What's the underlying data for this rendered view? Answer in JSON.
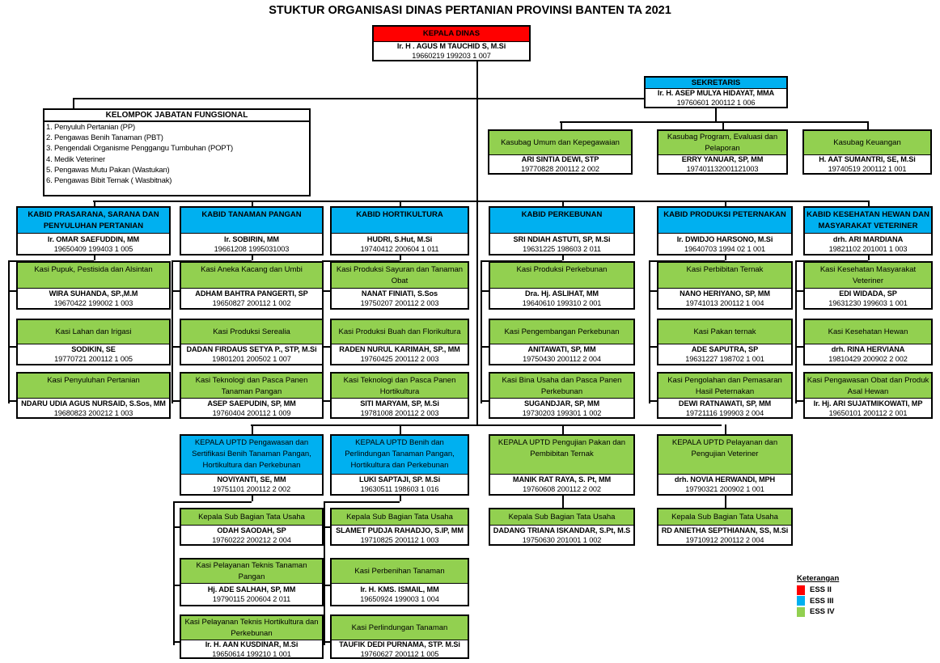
{
  "title": "STUKTUR ORGANISASI DINAS PERTANIAN PROVINSI BANTEN TA 2021",
  "colors": {
    "ess2": "#ff0000",
    "ess3": "#00b0f0",
    "ess4": "#92d050"
  },
  "kepala_dinas": {
    "title": "KEPALA DINAS",
    "name": "Ir. H . AGUS M TAUCHID S, M.Si",
    "nip": "19660219 199203 1 007"
  },
  "sekretaris": {
    "title": "SEKRETARIS",
    "name": "Ir. H. ASEP MULYA HIDAYAT, MMA",
    "nip": "19760601 200112 1 006"
  },
  "fungsional": {
    "title": "KELOMPOK JABATAN FUNGSIONAL",
    "items": [
      "1. Penyuluh Pertanian (PP)",
      "2. Pengawas Benih Tanaman (PBT)",
      "3. Pengendali Organisme Penggangu Tumbuhan (POPT)",
      "4. Medik Veteriner",
      "5. Pengawas Mutu Pakan (Wastukan)",
      "6. Pengawas Bibit Ternak ( Wasbitnak)"
    ]
  },
  "kasubag": [
    {
      "title": "Kasubag Umum dan Kepegawaian",
      "name": "ARI SINTIA DEWI, STP",
      "nip": "19770828 200112 2 002"
    },
    {
      "title": "Kasubag Program, Evaluasi dan Pelaporan",
      "name": "ERRY YANUAR, SP, MM",
      "nip": "197401132001121003"
    },
    {
      "title": "Kasubag Keuangan",
      "name": "H. AAT SUMANTRI, SE, M.Si",
      "nip": "19740519 200112 1 001"
    }
  ],
  "bidang": [
    {
      "title": "KABID PRASARANA, SARANA DAN PENYULUHAN PERTANIAN",
      "name": "Ir. OMAR SAEFUDDIN, MM",
      "nip": "19650409 199403 1 005",
      "kasi": [
        {
          "title": "Kasi Pupuk, Pestisida dan Alsintan",
          "name": "WIRA SUHANDA, SP.,M.M",
          "nip": "19670422 199002 1 003"
        },
        {
          "title": "Kasi Lahan dan Irigasi",
          "name": "SODIKIN, SE",
          "nip": "19770721 200112 1 005"
        },
        {
          "title": "Kasi Penyuluhan Pertanian",
          "name": "NDARU UDIA AGUS NURSAID, S.Sos, MM",
          "nip": "19680823 200212 1 003"
        }
      ]
    },
    {
      "title": "KABID TANAMAN PANGAN",
      "name": "Ir. SOBIRIN, MM",
      "nip": "19661208 1995031003",
      "kasi": [
        {
          "title": "Kasi Aneka Kacang dan Umbi",
          "name": "ADHAM BAHTRA PANGERTI, SP",
          "nip": "19650827 200112 1 002"
        },
        {
          "title": "Kasi Produksi Serealia",
          "name": "DADAN FIRDAUS SETYA P., STP, M.Si",
          "nip": "19801201 200502 1 007"
        },
        {
          "title": "Kasi Teknologi dan Pasca Panen Tanaman Pangan",
          "name": "ASEP SAEPUDIN, SP, MM",
          "nip": "19760404 200112 1 009"
        }
      ]
    },
    {
      "title": "KABID HORTIKULTURA",
      "name": "HUDRI, S.Hut, M.Si",
      "nip": "19740412 200604 1 011",
      "kasi": [
        {
          "title": "Kasi Produksi Sayuran dan Tanaman Obat",
          "name": "NANAT FINIATI, S.Sos",
          "nip": "19750207 200112 2 003"
        },
        {
          "title": "Kasi Produksi Buah dan Florikultura",
          "name": "RADEN NURUL KARIMAH, SP., MM",
          "nip": "19760425 200112 2 003"
        },
        {
          "title": "Kasi Teknologi dan Pasca Panen Hortikultura",
          "name": "SITI MARYAM, SP, M.Si",
          "nip": "19781008 200112 2 003"
        }
      ]
    },
    {
      "title": "KABID PERKEBUNAN",
      "name": "SRI NDIAH ASTUTI, SP, M.Si",
      "nip": "19631225 198603 2 011",
      "kasi": [
        {
          "title": "Kasi Produksi Perkebunan",
          "name": "Dra. Hj. ASLIHAT, MM",
          "nip": "19640610 199310 2 001"
        },
        {
          "title": "Kasi Pengembangan Perkebunan",
          "name": "ANITAWATI, SP, MM",
          "nip": "19750430 200112 2 004"
        },
        {
          "title": "Kasi Bina Usaha dan Pasca Panen Perkebunan",
          "name": "SUGANDJAR, SP, MM",
          "nip": "19730203 199301 1 002"
        }
      ]
    },
    {
      "title": "KABID PRODUKSI PETERNAKAN",
      "name": "Ir. DWIDJO HARSONO, M.Si",
      "nip": "19640703 1994 02 1 001",
      "kasi": [
        {
          "title": "Kasi Perbibitan Ternak",
          "name": "NANO HERIYANO, SP, MM",
          "nip": "19741013 200112 1 004"
        },
        {
          "title": "Kasi Pakan ternak",
          "name": "ADE SAPUTRA, SP",
          "nip": "19631227 198702 1 001"
        },
        {
          "title": "Kasi Pengolahan dan Pemasaran Hasil Peternakan",
          "name": "DEWI RATNAWATI, SP, MM",
          "nip": "19721116 199903 2 004"
        }
      ]
    },
    {
      "title": "KABID KESEHATAN HEWAN DAN MASYARAKAT VETERINER",
      "name": "drh. ARI MARDIANA",
      "nip": "19821102 201001 1 003",
      "kasi": [
        {
          "title": "Kasi Kesehatan Masyarakat Veteriner",
          "name": "EDI WIDADA, SP",
          "nip": "19631230 199603 1 001"
        },
        {
          "title": "Kasi Kesehatan Hewan",
          "name": "drh. RINA HERVIANA",
          "nip": "19810429 200902 2 002"
        },
        {
          "title": "Kasi Pengawasan Obat dan Produk Asal Hewan",
          "name": "Ir. Hj. ARI SUJATMIKOWATI, MP",
          "nip": "19650101 200112 2 001"
        }
      ]
    }
  ],
  "uptd": [
    {
      "title": "KEPALA UPTD Pengawasan dan Sertifikasi Benih Tanaman Pangan, Hortikultura dan Perkebunan",
      "name": "NOVIYANTI, SE, MM",
      "nip": "19751101 200112 2 002",
      "level": "ess3",
      "kasi": [
        {
          "title": "Kepala Sub Bagian Tata Usaha",
          "name": "ODAH SAODAH, SP",
          "nip": "19760222 200212 2 004"
        },
        {
          "title": "Kasi Pelayanan Teknis Tanaman Pangan",
          "name": "Hj. ADE SALHAH, SP, MM",
          "nip": "19790115 200604 2 011"
        },
        {
          "title": "Kasi Pelayanan Teknis Hortikultura dan Perkebunan",
          "name": "Ir. H. AAN KUSDINAR, M.Si",
          "nip": "19650614 199210 1 001"
        }
      ]
    },
    {
      "title": "KEPALA UPTD Benih dan Perlindungan Tanaman Pangan, Hortikultura dan Perkebunan",
      "name": "LUKI SAPTAJI, SP. M.Si",
      "nip": "19630511 198603 1 016",
      "level": "ess3",
      "kasi": [
        {
          "title": "Kepala Sub Bagian Tata Usaha",
          "name": "SLAMET PUDJA RAHADJO, S.IP,  MM",
          "nip": "19710825 200112 1 003"
        },
        {
          "title": "Kasi Perbenihan Tanaman",
          "name": "Ir. H. KMS. ISMAIL, MM",
          "nip": "19650924 199003 1 004"
        },
        {
          "title": "Kasi Perlindungan Tanaman",
          "name": "TAUFIK DEDI PURNAMA, STP. M.Si",
          "nip": "19760627 200112 1 005"
        }
      ]
    },
    {
      "title": "KEPALA UPTD  Pengujian Pakan dan Pembibitan Ternak",
      "name": "MANIK RAT RAYA, S. Pt, MM",
      "nip": "19760608 200112 2 002",
      "level": "ess4",
      "kasi": [
        {
          "title": "Kepala Sub Bagian Tata Usaha",
          "name": "DADANG TRIANA ISKANDAR, S.Pt, M.S",
          "nip": "19750630 201001 1 002"
        }
      ]
    },
    {
      "title": "KEPALA UPTD  Pelayanan dan Pengujian Veteriner",
      "name": "drh. NOVIA HERWANDI, MPH",
      "nip": "19790321 200902 1 001",
      "level": "ess4",
      "kasi": [
        {
          "title": "Kepala Sub Bagian Tata Usaha",
          "name": "RD ANIETHA SEPTHIANAN, SS, M.Si",
          "nip": "19710912 200112 2 004"
        }
      ]
    }
  ],
  "legend": {
    "title": "Keterangan",
    "items": [
      {
        "label": "ESS II",
        "level": "ess2"
      },
      {
        "label": "ESS III",
        "level": "ess3"
      },
      {
        "label": "ESS IV",
        "level": "ess4"
      }
    ]
  }
}
